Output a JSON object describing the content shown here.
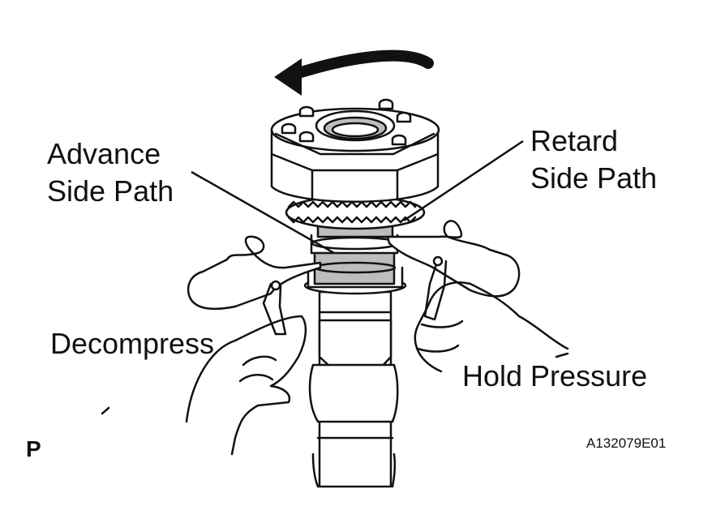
{
  "labels": {
    "advance_line1": "Advance",
    "advance_line2": "Side Path",
    "retard_line1": "Retard",
    "retard_line2": "Side Path",
    "decompress": "Decompress",
    "hold_pressure": "Hold Pressure"
  },
  "figure_id": "A132079E01",
  "corner_mark": "P",
  "colors": {
    "line": "#111111",
    "shade": "#bdbdbd",
    "background": "#ffffff"
  },
  "icons": [
    "rotation-arrow-icon"
  ]
}
